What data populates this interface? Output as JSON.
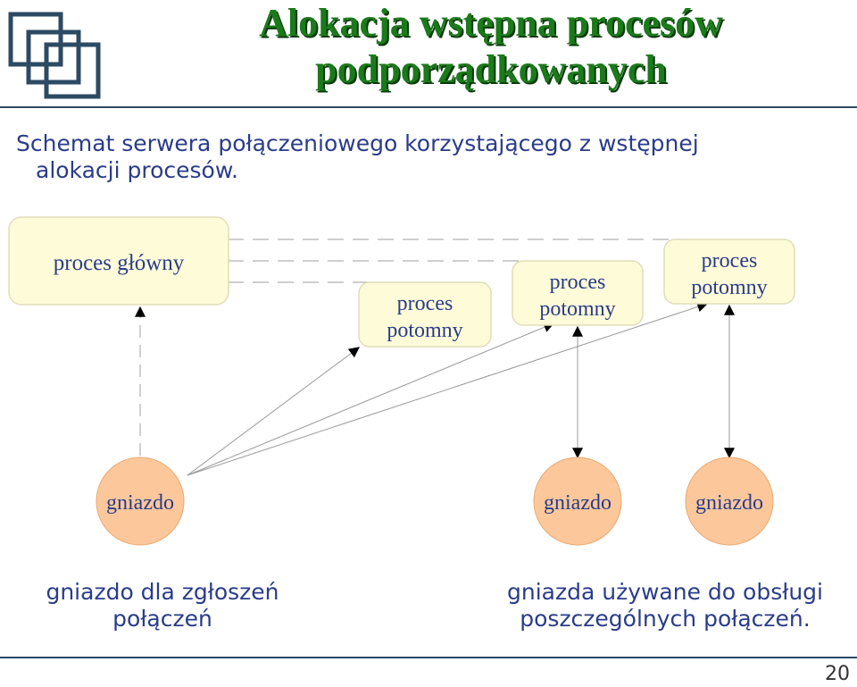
{
  "slide": {
    "title_line1": "Alokacja wstępna procesów",
    "title_line2": "podporządkowanych",
    "subtitle_line1": "Schemat serwera połączeniowego korzystającego z wstępnej",
    "subtitle_line2": "alokacji procesów.",
    "page_number": "20"
  },
  "diagram": {
    "main_process": "proces główny",
    "child_process_line1": "proces",
    "child_process_line2": "potomny",
    "socket_label": "gniazdo"
  },
  "captions": {
    "left_line1": "gniazdo dla zgłoszeń",
    "left_line2": "połączeń",
    "right_line1": "gniazda używane do obsługi",
    "right_line2": "poszczególnych połączeń."
  },
  "colors": {
    "title": "#1b7a1b",
    "text": "#2a3c8a",
    "process_fill": "#fefbd8",
    "socket_fill": "#fcc89b",
    "rule": "#2c4a63"
  }
}
